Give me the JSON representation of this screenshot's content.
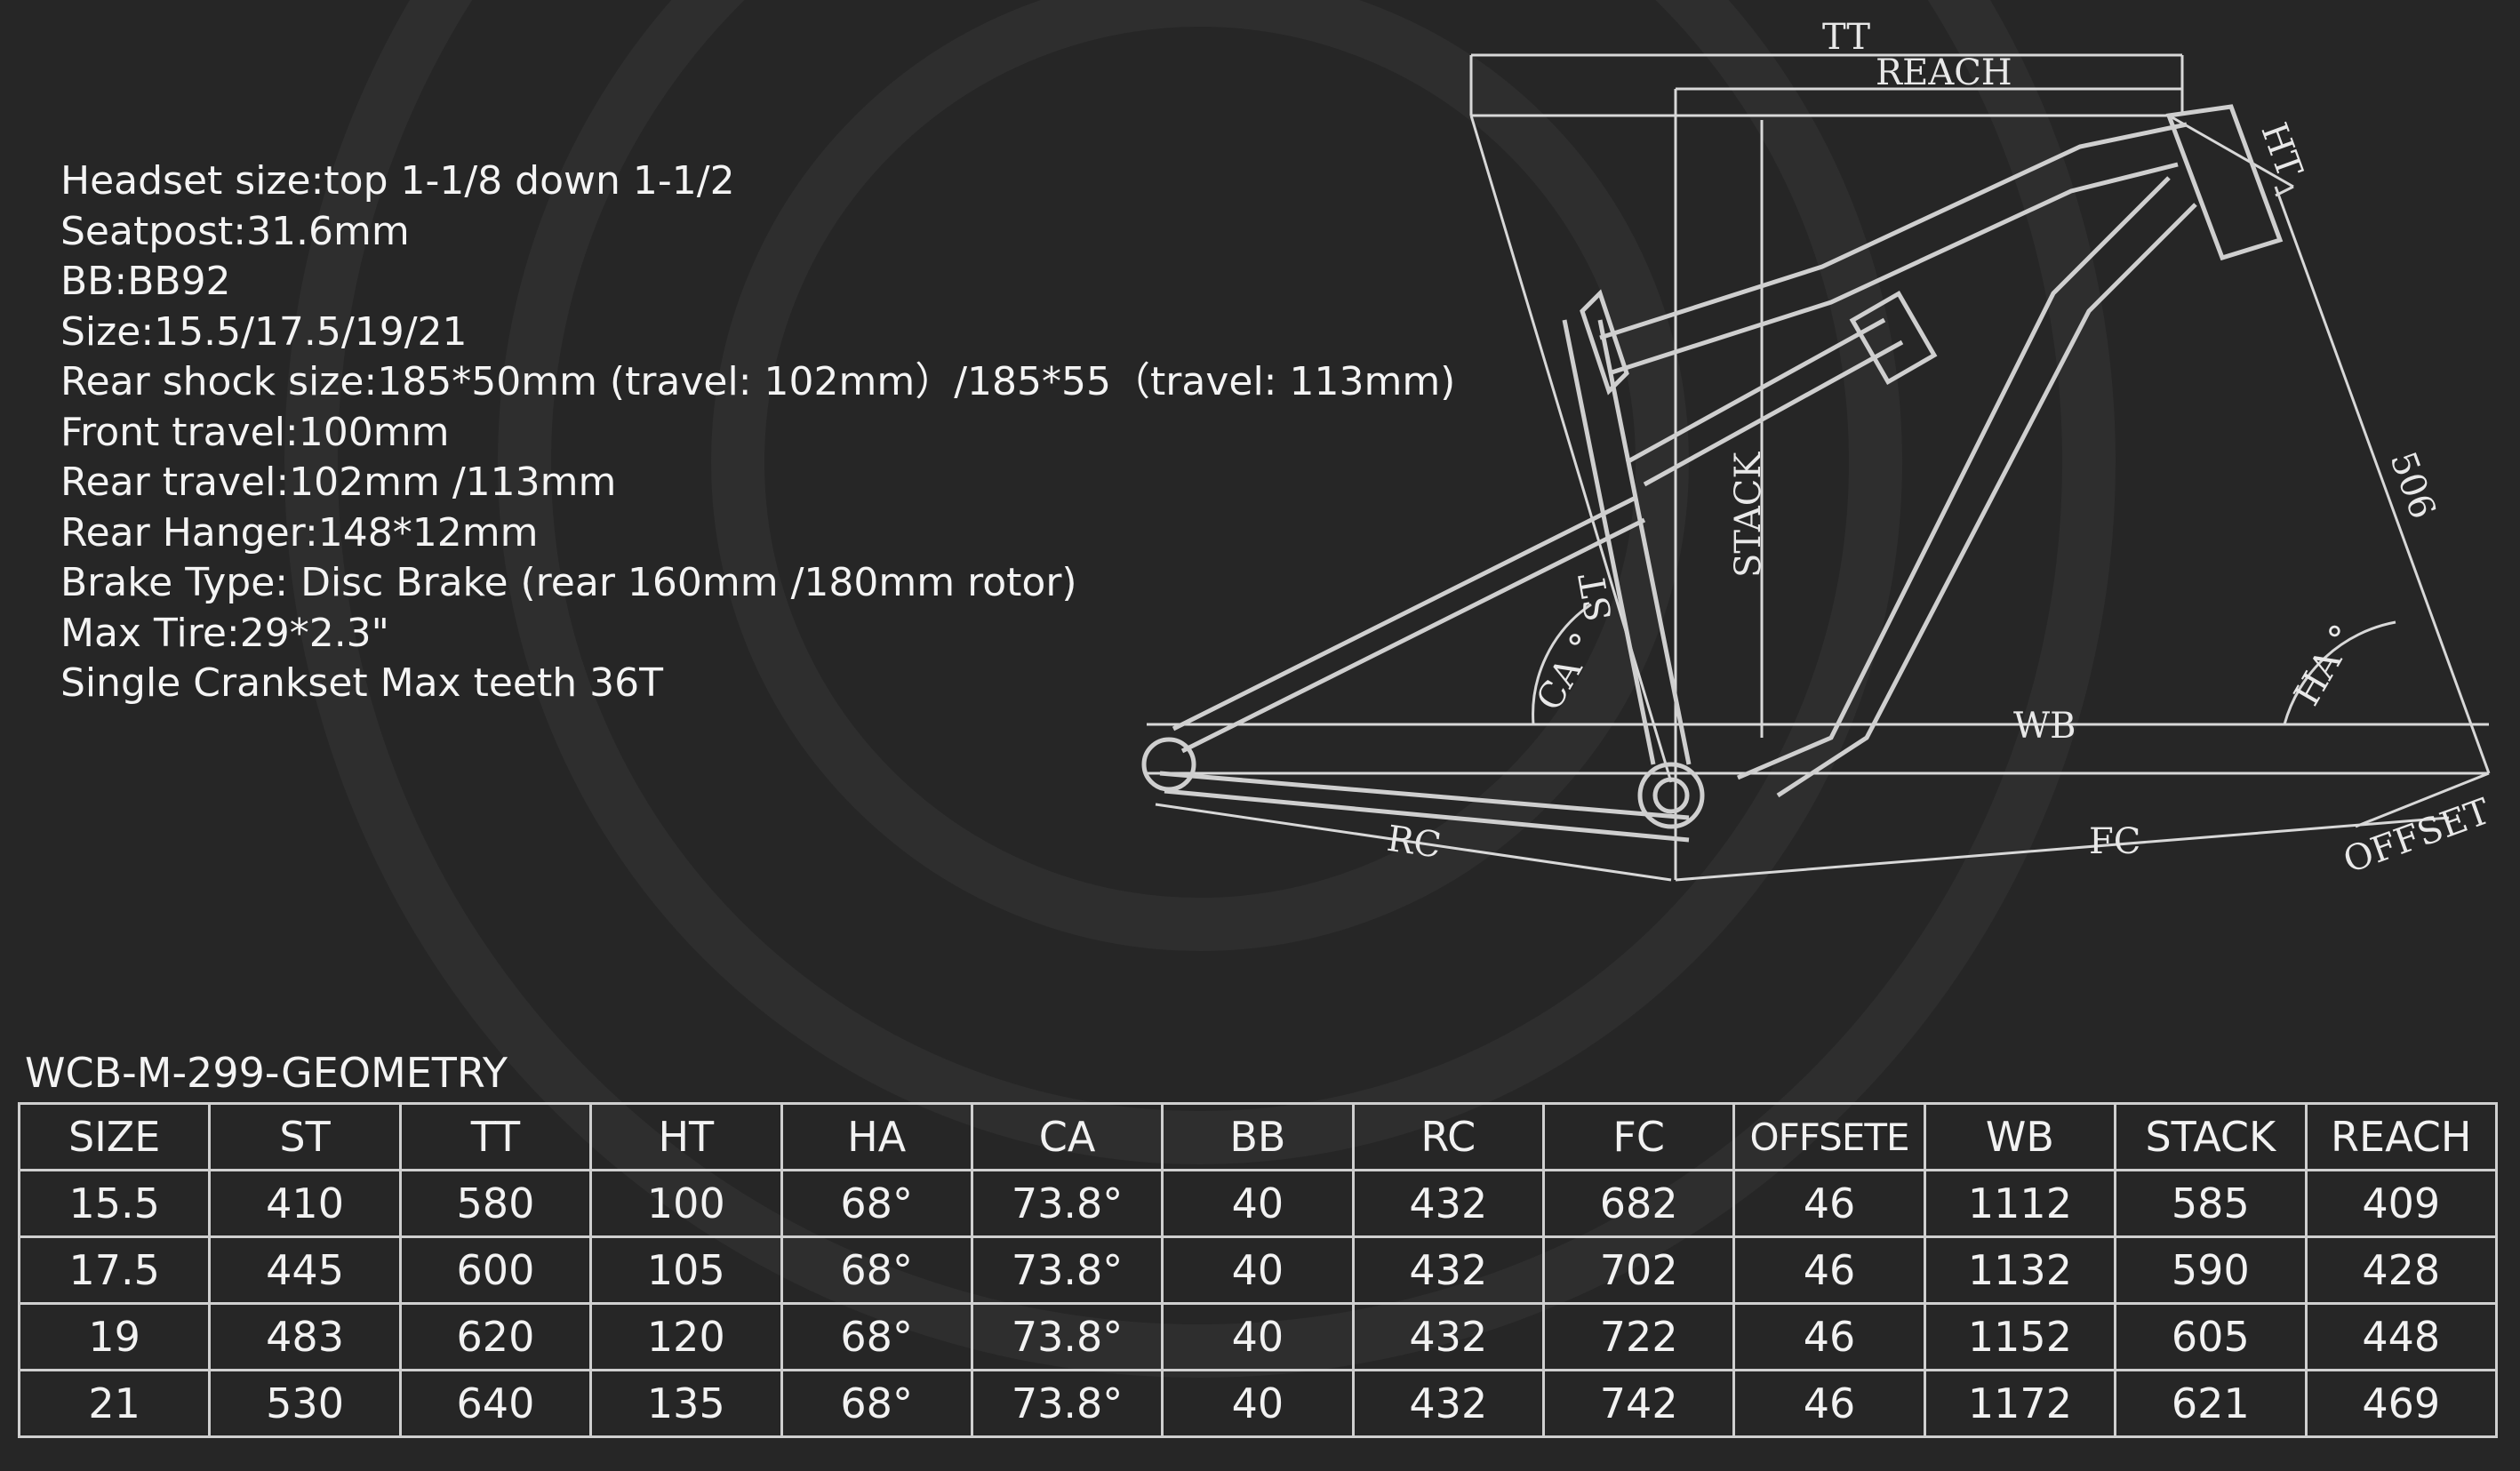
{
  "specs": [
    "Headset size:top 1-1/8 down 1-1/2",
    "Seatpost:31.6mm",
    "BB:BB92",
    "Size:15.5/17.5/19/21",
    "Rear shock size:185*50mm (travel: 102mm）/185*55（travel: 113mm)",
    "Front travel:100mm",
    "Rear travel:102mm /113mm",
    "Rear Hanger:148*12mm",
    "Brake Type: Disc Brake (rear 160mm /180mm rotor)",
    "Max Tire:29*2.3\"",
    "Single Crankset Max teeth 36T"
  ],
  "diagram": {
    "labels": {
      "tt": "TT",
      "reach": "REACH",
      "ht": "HT",
      "stack": "STACK",
      "st": "ST",
      "ca": "CA °",
      "ha": "HA °",
      "wb": "WB",
      "rc": "RC",
      "fc": "FC",
      "offset": "OFFSET",
      "fork_length": "506"
    }
  },
  "table": {
    "title": "WCB-M-299-GEOMETRY",
    "headers": [
      "SIZE",
      "ST",
      "TT",
      "HT",
      "HA",
      "CA",
      "BB",
      "RC",
      "FC",
      "OFFSETE",
      "WB",
      "STACK",
      "REACH"
    ],
    "rows": [
      [
        "15.5",
        "410",
        "580",
        "100",
        "68°",
        "73.8°",
        "40",
        "432",
        "682",
        "46",
        "1112",
        "585",
        "409"
      ],
      [
        "17.5",
        "445",
        "600",
        "105",
        "68°",
        "73.8°",
        "40",
        "432",
        "702",
        "46",
        "1132",
        "590",
        "428"
      ],
      [
        "19",
        "483",
        "620",
        "120",
        "68°",
        "73.8°",
        "40",
        "432",
        "722",
        "46",
        "1152",
        "605",
        "448"
      ],
      [
        "21",
        "530",
        "640",
        "135",
        "68°",
        "73.8°",
        "40",
        "432",
        "742",
        "46",
        "1172",
        "621",
        "469"
      ]
    ]
  },
  "colors": {
    "background": "#262626",
    "text": "#f4f4f4",
    "lines": "#d8d8d8"
  }
}
